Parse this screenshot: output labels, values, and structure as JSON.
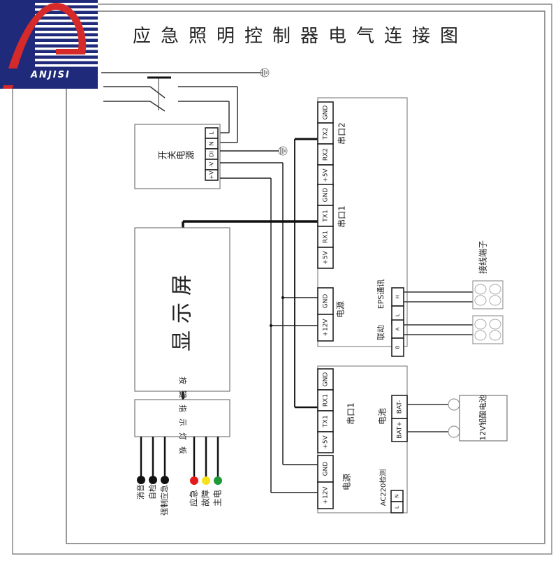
{
  "title": "应急照明控制器电气连接图",
  "logo": {
    "brand": "ANJISI",
    "colors": {
      "navy": "#1f2a7a",
      "red": "#d62a2a",
      "white": "#ffffff"
    }
  },
  "power_supply": {
    "label": "开关电源",
    "terminals": [
      "L",
      "N",
      "DI",
      "-V",
      "+V"
    ]
  },
  "display": {
    "label": "显示屏"
  },
  "keypad_board": {
    "label": "按键指示灯板",
    "buttons": [
      {
        "label": "消音",
        "color": "#111111"
      },
      {
        "label": "自检",
        "color": "#111111"
      },
      {
        "label": "强制应急",
        "color": "#111111"
      }
    ],
    "lamps": [
      {
        "label": "应急",
        "color": "#e31b1b"
      },
      {
        "label": "故障",
        "color": "#f5e21a"
      },
      {
        "label": "主电",
        "color": "#1f9a3a"
      }
    ]
  },
  "main_board": {
    "serial2": {
      "label": "串口2",
      "terminals": [
        "GND",
        "TX2",
        "RX2",
        "+5V"
      ]
    },
    "serial1": {
      "label": "串口1",
      "terminals": [
        "GND",
        "TX1",
        "RX1",
        "+5V"
      ]
    },
    "power": {
      "label": "电源",
      "terminals": [
        "GND",
        "+12V"
      ]
    },
    "eps": {
      "label": "EPS通讯",
      "terminals": [
        "H",
        "L"
      ]
    },
    "linkage": {
      "label": "联动",
      "terminals": [
        "A",
        "B"
      ]
    }
  },
  "terminal_block": {
    "label": "接线端子"
  },
  "charger_board": {
    "serial1": {
      "label": "串口1",
      "terminals": [
        "GND",
        "RX1",
        "TX1",
        "+5V"
      ]
    },
    "power": {
      "label": "电源",
      "terminals": [
        "GND",
        "+12V"
      ]
    },
    "battery": {
      "label": "电池",
      "terminals": [
        "BAT-",
        "BAT+"
      ]
    },
    "ac_detect": {
      "label": "AC220检测",
      "terminals": [
        "N",
        "L"
      ]
    }
  },
  "battery": {
    "label": "12V铅酸电池"
  },
  "symbols": {
    "ground": "ground-icon"
  }
}
